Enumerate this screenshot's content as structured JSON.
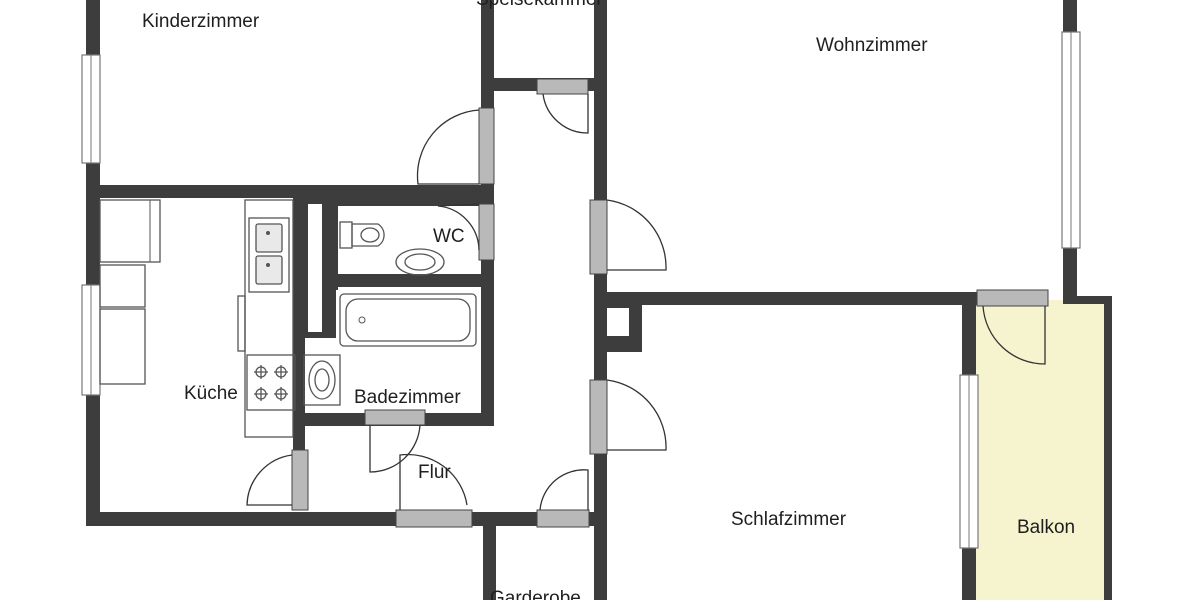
{
  "floorplan": {
    "rooms": {
      "kinderzimmer": "Kinderzimmer",
      "speisekammer": "Speisekammer",
      "wohnzimmer": "Wohnzimmer",
      "wc": "WC",
      "kueche": "Küche",
      "badezimmer": "Badezimmer",
      "flur": "Flur",
      "schlafzimmer": "Schlafzimmer",
      "balkon": "Balkon",
      "garderobe": "Garderobe"
    },
    "colors": {
      "wall": "#3d3d3d",
      "balcony_fill": "#f6f4cf",
      "door_leaf": "#b9b9b9"
    }
  }
}
